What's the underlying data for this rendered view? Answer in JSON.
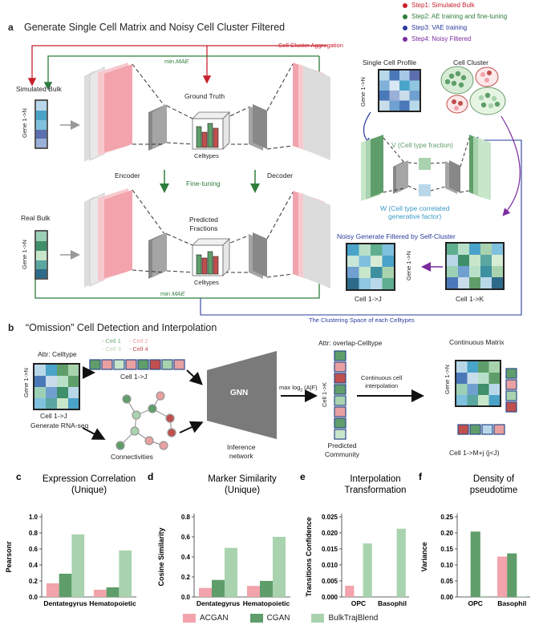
{
  "steps": [
    {
      "label": "Step1: Simulated Bulk",
      "color": "#c8202e"
    },
    {
      "label": "Step2: AE training and fine-tuning",
      "color": "#2e7d3c"
    },
    {
      "label": "Step3: VAE training",
      "color": "#2b3b9c"
    },
    {
      "label": "Step4: Noisy Filtered",
      "color": "#7a2b9e"
    }
  ],
  "panel_a": {
    "letter": "a",
    "title": "Generate Single Cell Matrix and Noisy Cell Cluster Filtered",
    "cell_cluster_aggregation": "Cell Cluster Aggregation",
    "min_mae_top": "min.",
    "min_mae_top_em": "MAE",
    "min_mae_bottom": "min",
    "min_mae_bottom_em": "MAE",
    "simulated_bulk": "Simulated Bulk",
    "gene_1_n": "Gene 1->N",
    "ground_truth": "Ground Truth",
    "celltypes": "Celltypes",
    "encoder": "Encoder",
    "decoder": "Decoder",
    "fine_tuning": "Fine-tuning",
    "real_bulk": "Real Bulk",
    "predicted_fractions": "Predicted\nFractions",
    "celltypes2": "Celltypes",
    "single_cell_profile": "Single Cell Profile",
    "cell_cluster": "Cell Cluster",
    "v_label": "V (Cell type fraction)",
    "w_label_1": "W (Cell type correlated",
    "w_label_2": "generative factor)",
    "noisy_generate": "Noisy Generate Filtered by Self-Cluster",
    "cell_1_j": "Cell 1->J",
    "cell_1_k": "Cell 1->K",
    "clustering_space": "The Clustering Space of each Celltypes"
  },
  "panel_b": {
    "letter": "b",
    "title": "“Omission” Cell Detection and Interpolation",
    "attr_celltype": "Attr: Celltype",
    "gene_1_n": "Gene 1->N",
    "cell_1_j": "Cell 1->J",
    "generate_rnaseq": "Generate RNA-seq",
    "legend_cells": [
      {
        "label": "Cell 1",
        "color": "#6fae7c"
      },
      {
        "label": "Cell 2",
        "color": "#e8a0a0"
      },
      {
        "label": "Cell 3",
        "color": "#b8d8b0"
      },
      {
        "label": "Cell 4",
        "color": "#c0504d"
      }
    ],
    "cell_1_j_top": "Cell 1->J",
    "connectivities": "Connectivities",
    "gnn": "GNN",
    "inference_network": "Inference\nnetwork",
    "maxlog": "max log",
    "maxlog_sub": "2",
    "maxlog_arg": "(A|F)",
    "attr_overlap": "Attr: overlap-Celltype",
    "cell_1_k": "Cell 1->K",
    "predicted_community": "Predicted\nCommunity",
    "continuous_cell": "Continuous cell\ninterpolation",
    "continuous_matrix": "Continuous Matrix",
    "cell_1_mj": "Cell 1->M+j (j<J)"
  },
  "chart_data": [
    {
      "type": "bar",
      "letter": "c",
      "title": "Expression Correlation\n(Unique)",
      "ylabel": "Pearsonr",
      "categories": [
        "Dentategyrus",
        "Hematopoietic"
      ],
      "series": [
        {
          "name": "ACGAN",
          "values": [
            0.17,
            0.09
          ]
        },
        {
          "name": "CGAN",
          "values": [
            0.29,
            0.12
          ]
        },
        {
          "name": "BulkTrajBlend",
          "values": [
            0.78,
            0.58
          ]
        }
      ],
      "ylim": [
        0,
        1.0
      ],
      "yticks": [
        "0.0",
        "0.2",
        "0.4",
        "0.6",
        "0.8",
        "1.0"
      ]
    },
    {
      "type": "bar",
      "letter": "d",
      "title": "Marker Similarity\n(Unique)",
      "ylabel": "Cosine Similarity",
      "categories": [
        "Dentategyrus",
        "Hematopoietic"
      ],
      "series": [
        {
          "name": "ACGAN",
          "values": [
            0.09,
            0.11
          ]
        },
        {
          "name": "CGAN",
          "values": [
            0.17,
            0.16
          ]
        },
        {
          "name": "BulkTrajBlend",
          "values": [
            0.49,
            0.6
          ]
        }
      ],
      "ylim": [
        0,
        0.8
      ],
      "yticks": [
        "0.0",
        "0.2",
        "0.4",
        "0.6",
        "0.8"
      ]
    },
    {
      "type": "bar",
      "letter": "e",
      "title": "Interpolation\nTransformation",
      "ylabel": "Transitions Confidence",
      "categories": [
        "OPC",
        "Basophil"
      ],
      "series": [
        {
          "name": "ACGAN",
          "values": [
            0.0035,
            0.0
          ]
        },
        {
          "name": "CGAN",
          "values": [
            0.0,
            0.0
          ]
        },
        {
          "name": "BulkTrajBlend",
          "values": [
            0.0167,
            0.0213
          ]
        }
      ],
      "ylim": [
        0,
        0.025
      ],
      "yticks": [
        "0.000",
        "0.005",
        "0.010",
        "0.015",
        "0.020",
        "0.025"
      ]
    },
    {
      "type": "bar",
      "letter": "f",
      "title": "Density of\npseudotime",
      "ylabel": "Variance",
      "categories": [
        "OPC",
        "Basophil"
      ],
      "series": [
        {
          "name": "ACGAN",
          "values": [
            0.0,
            0.126
          ]
        },
        {
          "name": "CGAN",
          "values": [
            0.204,
            0.136
          ]
        },
        {
          "name": "BulkTrajBlend",
          "values": [
            0.003,
            0.002
          ]
        }
      ],
      "ylim": [
        0,
        0.25
      ],
      "yticks": [
        "0.00",
        "0.05",
        "0.10",
        "0.15",
        "0.20",
        "0.25"
      ]
    }
  ],
  "legend": [
    {
      "name": "ACGAN",
      "color": "#f2a3ab"
    },
    {
      "name": "CGAN",
      "color": "#5f9e6a"
    },
    {
      "name": "BulkTrajBlend",
      "color": "#a9d3ae"
    }
  ]
}
